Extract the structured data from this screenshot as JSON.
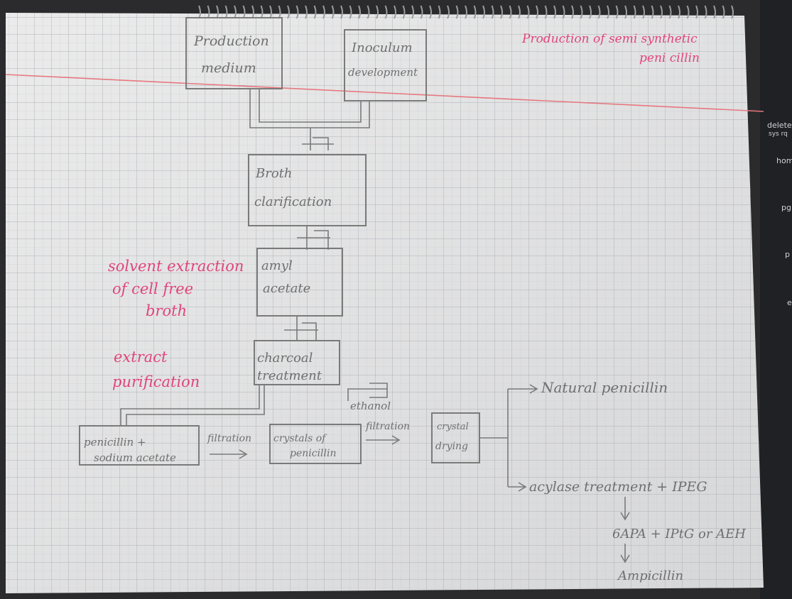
{
  "page_title": [
    "Production of semi synthetic",
    "peni cillin"
  ],
  "keyboard": {
    "delete": "delete",
    "sysrq": "sys rq",
    "home": "hom",
    "pgup": "pg",
    "pgdn": "p",
    "end": "e"
  },
  "boxes": {
    "production_medium": [
      "Production",
      "medium"
    ],
    "inoculum_development": [
      "Inoculum",
      "development"
    ],
    "broth_clarification": [
      "Broth",
      "clarification"
    ],
    "amyl_acetate": [
      "amyl",
      "acetate"
    ],
    "charcoal_treatment": [
      "charcoal",
      "treatment"
    ],
    "penicillin_sodium_acetate": [
      "penicillin +",
      "sodium acetate"
    ],
    "crystals_of_penicillin": [
      "crystals of",
      "penicillin"
    ],
    "crystal_drying": [
      "crystal",
      "drying"
    ]
  },
  "annotations": {
    "solvent_extraction": [
      "solvent extraction",
      "of cell free",
      "broth"
    ],
    "extract_purification": [
      "extract",
      "purification"
    ]
  },
  "labels": {
    "filtration_1": "filtration",
    "filtration_2": "filtration",
    "ethanol": "ethanol"
  },
  "outputs": {
    "natural_penicillin": "Natural penicillin",
    "acylase_treatment": "acylase treatment + IPEG",
    "six_apa": "6APA  + IPtG or AEH",
    "ampicillin": "Ampicillin"
  }
}
